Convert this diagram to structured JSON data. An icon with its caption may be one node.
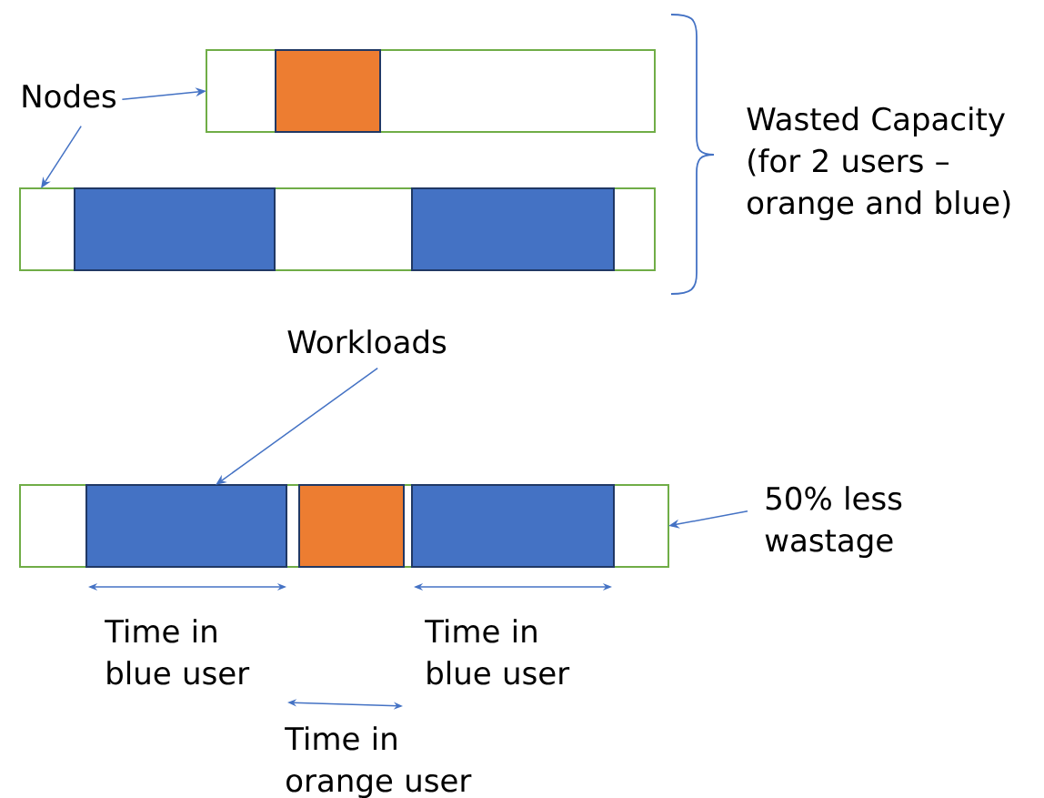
{
  "diagram": {
    "nodes": [
      {
        "text": [
          "Nodes"
        ]
      },
      {
        "text": [],
        "shape": "box"
      },
      {
        "text": [],
        "shape": "box",
        "in": 1
      },
      {
        "text": [],
        "shape": "box"
      },
      {
        "text": [],
        "shape": "box",
        "in": 3
      },
      {
        "text": [],
        "shape": "box",
        "in": 3
      },
      {
        "text": [
          "Workloads"
        ]
      },
      {
        "text": [],
        "shape": "box"
      },
      {
        "text": [],
        "shape": "box",
        "in": 7
      },
      {
        "text": [],
        "shape": "box",
        "in": 7
      },
      {
        "text": [],
        "shape": "box",
        "in": 7
      },
      {
        "text": [
          "50% less wastage"
        ]
      }
    ],
    "edges": [
      {
        "from": 0,
        "to": 1,
        "arrow": "to"
      },
      {
        "from": 0,
        "to": 3,
        "arrow": "to"
      },
      {
        "from": 6,
        "to": 8,
        "arrow": "to"
      },
      {
        "from": 11,
        "to": 7,
        "arrow": "to"
      }
    ],
    "labels": [
      "Wasted Capacity (for 2 users – orange and blue)",
      "Time in blue user",
      "Time in blue user",
      "Time in orange user"
    ]
  }
}
